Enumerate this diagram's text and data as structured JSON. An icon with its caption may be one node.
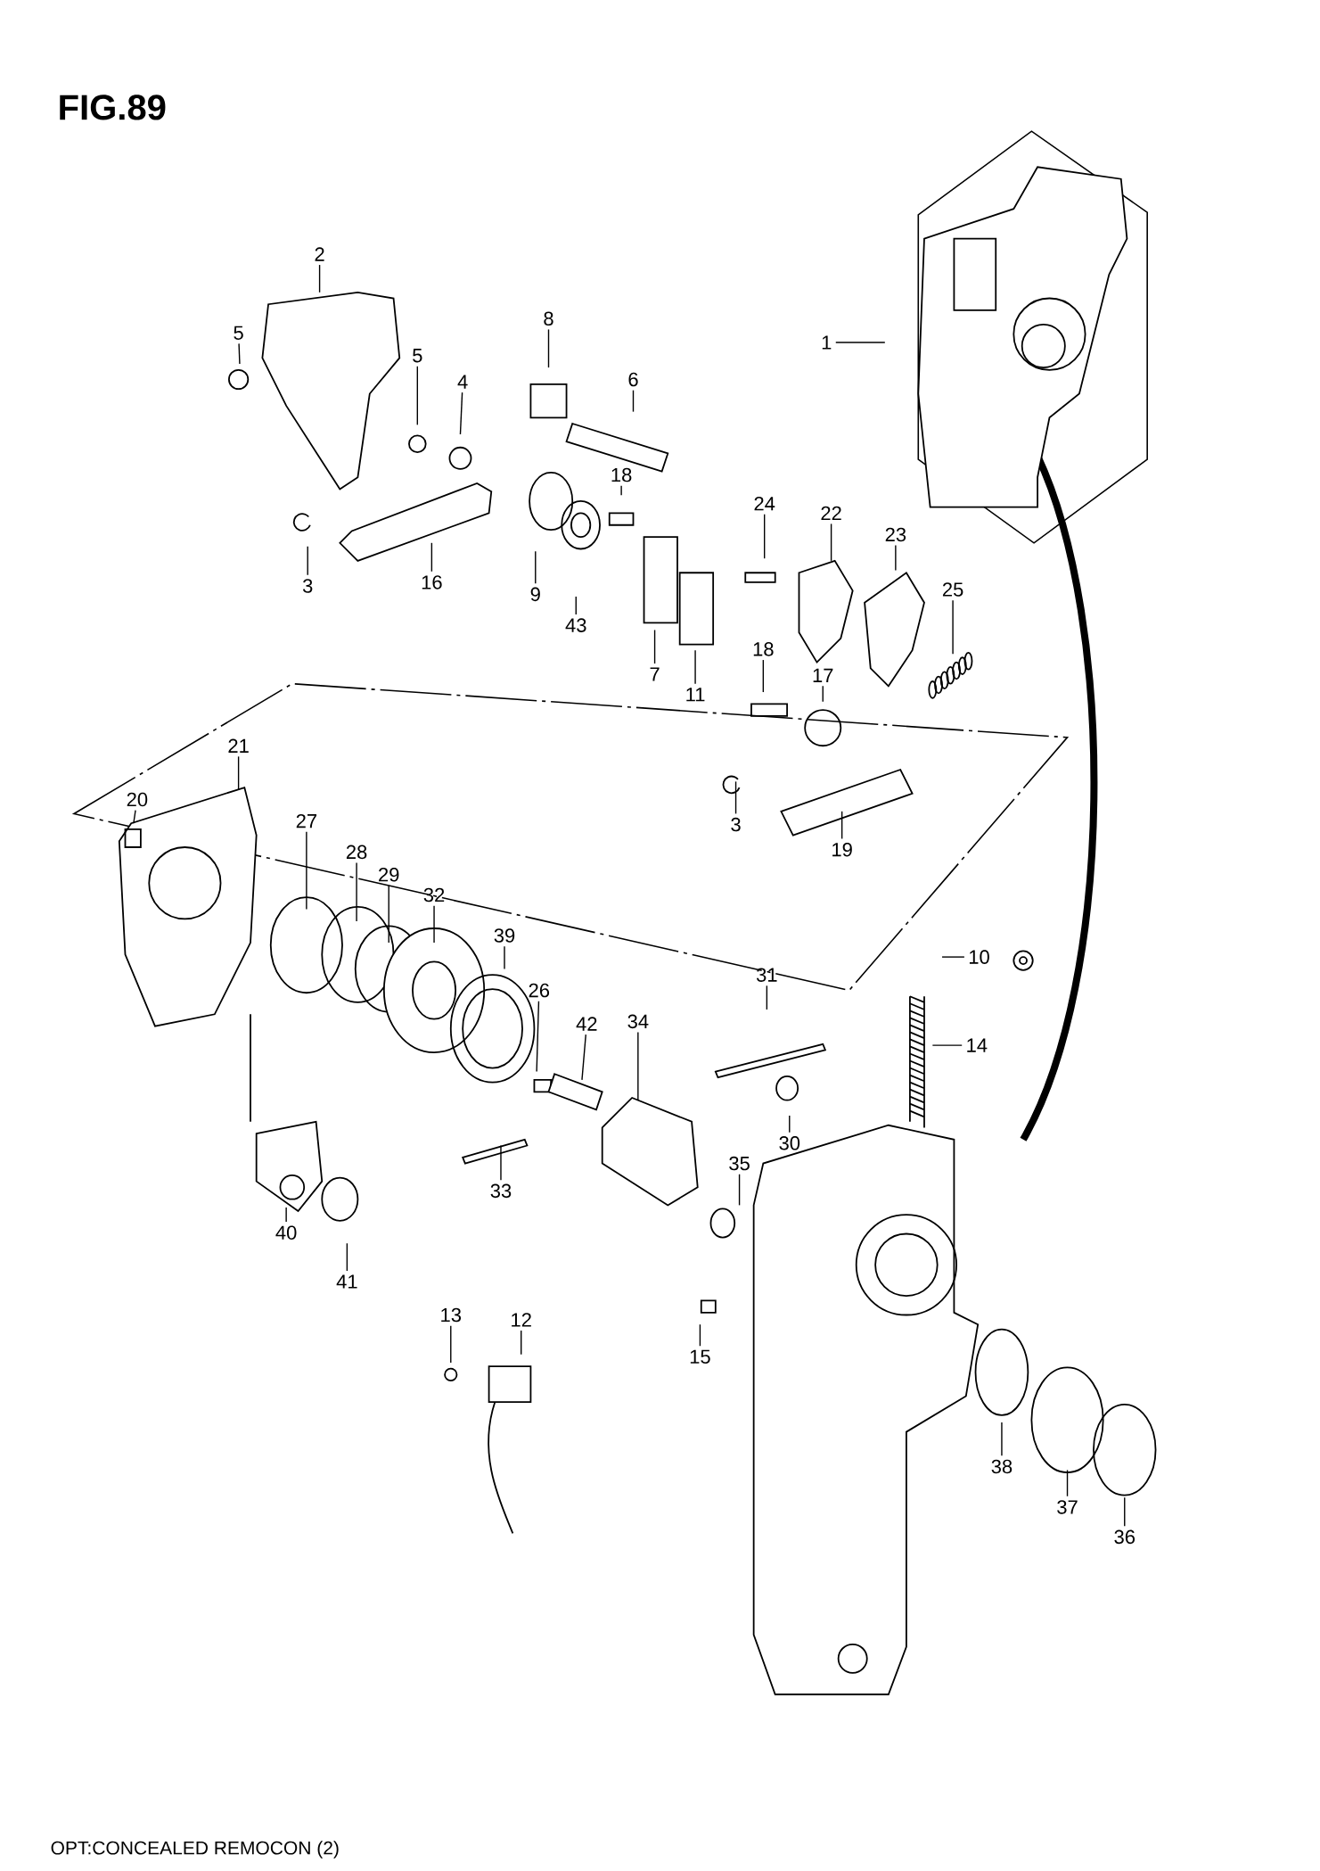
{
  "diagram": {
    "title": "FIG.89",
    "caption": "OPT:CONCEALED REMOCON (2)",
    "nodes": [
      {
        "text": [
          "2"
        ]
      },
      {
        "text": [
          "8"
        ]
      },
      {
        "text": [
          "1"
        ]
      },
      {
        "text": [
          "5"
        ]
      },
      {
        "text": [
          "6"
        ]
      },
      {
        "text": [
          "5"
        ]
      },
      {
        "text": [
          "4"
        ]
      },
      {
        "text": [
          "18"
        ]
      },
      {
        "text": [
          "24"
        ]
      },
      {
        "text": [
          "22"
        ]
      },
      {
        "text": [
          "23"
        ]
      },
      {
        "text": [
          "3"
        ]
      },
      {
        "text": [
          "16"
        ]
      },
      {
        "text": [
          "25"
        ]
      },
      {
        "text": [
          "9"
        ]
      },
      {
        "text": [
          "43"
        ]
      },
      {
        "text": [
          "18"
        ]
      },
      {
        "text": [
          "7"
        ]
      },
      {
        "text": [
          "17"
        ]
      },
      {
        "text": [
          "11"
        ]
      },
      {
        "text": [
          "21"
        ]
      },
      {
        "text": [
          "20"
        ]
      },
      {
        "text": [
          "27"
        ]
      },
      {
        "text": [
          "3"
        ]
      },
      {
        "text": [
          "28"
        ]
      },
      {
        "text": [
          "19"
        ]
      },
      {
        "text": [
          "29"
        ]
      },
      {
        "text": [
          "32"
        ]
      },
      {
        "text": [
          "39"
        ]
      },
      {
        "text": [
          "10"
        ]
      },
      {
        "text": [
          "31"
        ]
      },
      {
        "text": [
          "26"
        ]
      },
      {
        "text": [
          "34"
        ]
      },
      {
        "text": [
          "42"
        ]
      },
      {
        "text": [
          "14"
        ]
      },
      {
        "text": [
          "30"
        ]
      },
      {
        "text": [
          "35"
        ]
      },
      {
        "text": [
          "33"
        ]
      },
      {
        "text": [
          "40"
        ]
      },
      {
        "text": [
          "41"
        ]
      },
      {
        "text": [
          "13"
        ]
      },
      {
        "text": [
          "12"
        ]
      },
      {
        "text": [
          "15"
        ]
      },
      {
        "text": [
          "38"
        ]
      },
      {
        "text": [
          "37"
        ]
      },
      {
        "text": [
          "36"
        ]
      }
    ],
    "edges": [
      {
        "from": 0,
        "to": null,
        "arrow": "none"
      },
      {
        "from": 1,
        "to": null,
        "arrow": "none"
      },
      {
        "from": 2,
        "to": null,
        "arrow": "none"
      },
      {
        "from": 3,
        "to": null,
        "arrow": "none"
      },
      {
        "from": 4,
        "to": null,
        "arrow": "none"
      },
      {
        "from": 5,
        "to": null,
        "arrow": "none"
      },
      {
        "from": 6,
        "to": null,
        "arrow": "none"
      },
      {
        "from": 7,
        "to": null,
        "arrow": "none"
      },
      {
        "from": 8,
        "to": null,
        "arrow": "none"
      },
      {
        "from": 9,
        "to": null,
        "arrow": "none"
      },
      {
        "from": 10,
        "to": null,
        "arrow": "none"
      },
      {
        "from": 11,
        "to": null,
        "arrow": "none"
      },
      {
        "from": 12,
        "to": null,
        "arrow": "none"
      },
      {
        "from": 13,
        "to": null,
        "arrow": "none"
      },
      {
        "from": 14,
        "to": null,
        "arrow": "none"
      },
      {
        "from": 15,
        "to": null,
        "arrow": "none"
      },
      {
        "from": 16,
        "to": null,
        "arrow": "none"
      },
      {
        "from": 17,
        "to": null,
        "arrow": "none"
      },
      {
        "from": 18,
        "to": null,
        "arrow": "none"
      },
      {
        "from": 19,
        "to": null,
        "arrow": "none"
      },
      {
        "from": 20,
        "to": null,
        "arrow": "none"
      },
      {
        "from": 21,
        "to": null,
        "arrow": "none"
      },
      {
        "from": 22,
        "to": null,
        "arrow": "none"
      },
      {
        "from": 23,
        "to": null,
        "arrow": "none"
      },
      {
        "from": 24,
        "to": null,
        "arrow": "none"
      },
      {
        "from": 25,
        "to": null,
        "arrow": "none"
      },
      {
        "from": 26,
        "to": null,
        "arrow": "none"
      },
      {
        "from": 27,
        "to": null,
        "arrow": "none"
      },
      {
        "from": 28,
        "to": null,
        "arrow": "none"
      },
      {
        "from": 29,
        "to": null,
        "arrow": "none"
      },
      {
        "from": 30,
        "to": null,
        "arrow": "none"
      },
      {
        "from": 31,
        "to": null,
        "arrow": "none"
      },
      {
        "from": 32,
        "to": null,
        "arrow": "none"
      },
      {
        "from": 33,
        "to": null,
        "arrow": "none"
      },
      {
        "from": 34,
        "to": null,
        "arrow": "none"
      },
      {
        "from": 35,
        "to": null,
        "arrow": "none"
      },
      {
        "from": 36,
        "to": null,
        "arrow": "none"
      },
      {
        "from": 37,
        "to": null,
        "arrow": "none"
      },
      {
        "from": 38,
        "to": null,
        "arrow": "none"
      },
      {
        "from": 39,
        "to": null,
        "arrow": "none"
      },
      {
        "from": 40,
        "to": null,
        "arrow": "none"
      },
      {
        "from": 41,
        "to": null,
        "arrow": "none"
      },
      {
        "from": 42,
        "to": null,
        "arrow": "none"
      },
      {
        "from": 43,
        "to": null,
        "arrow": "none"
      },
      {
        "from": 44,
        "to": null,
        "arrow": "none"
      },
      {
        "from": 45,
        "to": null,
        "arrow": "none"
      }
    ]
  }
}
